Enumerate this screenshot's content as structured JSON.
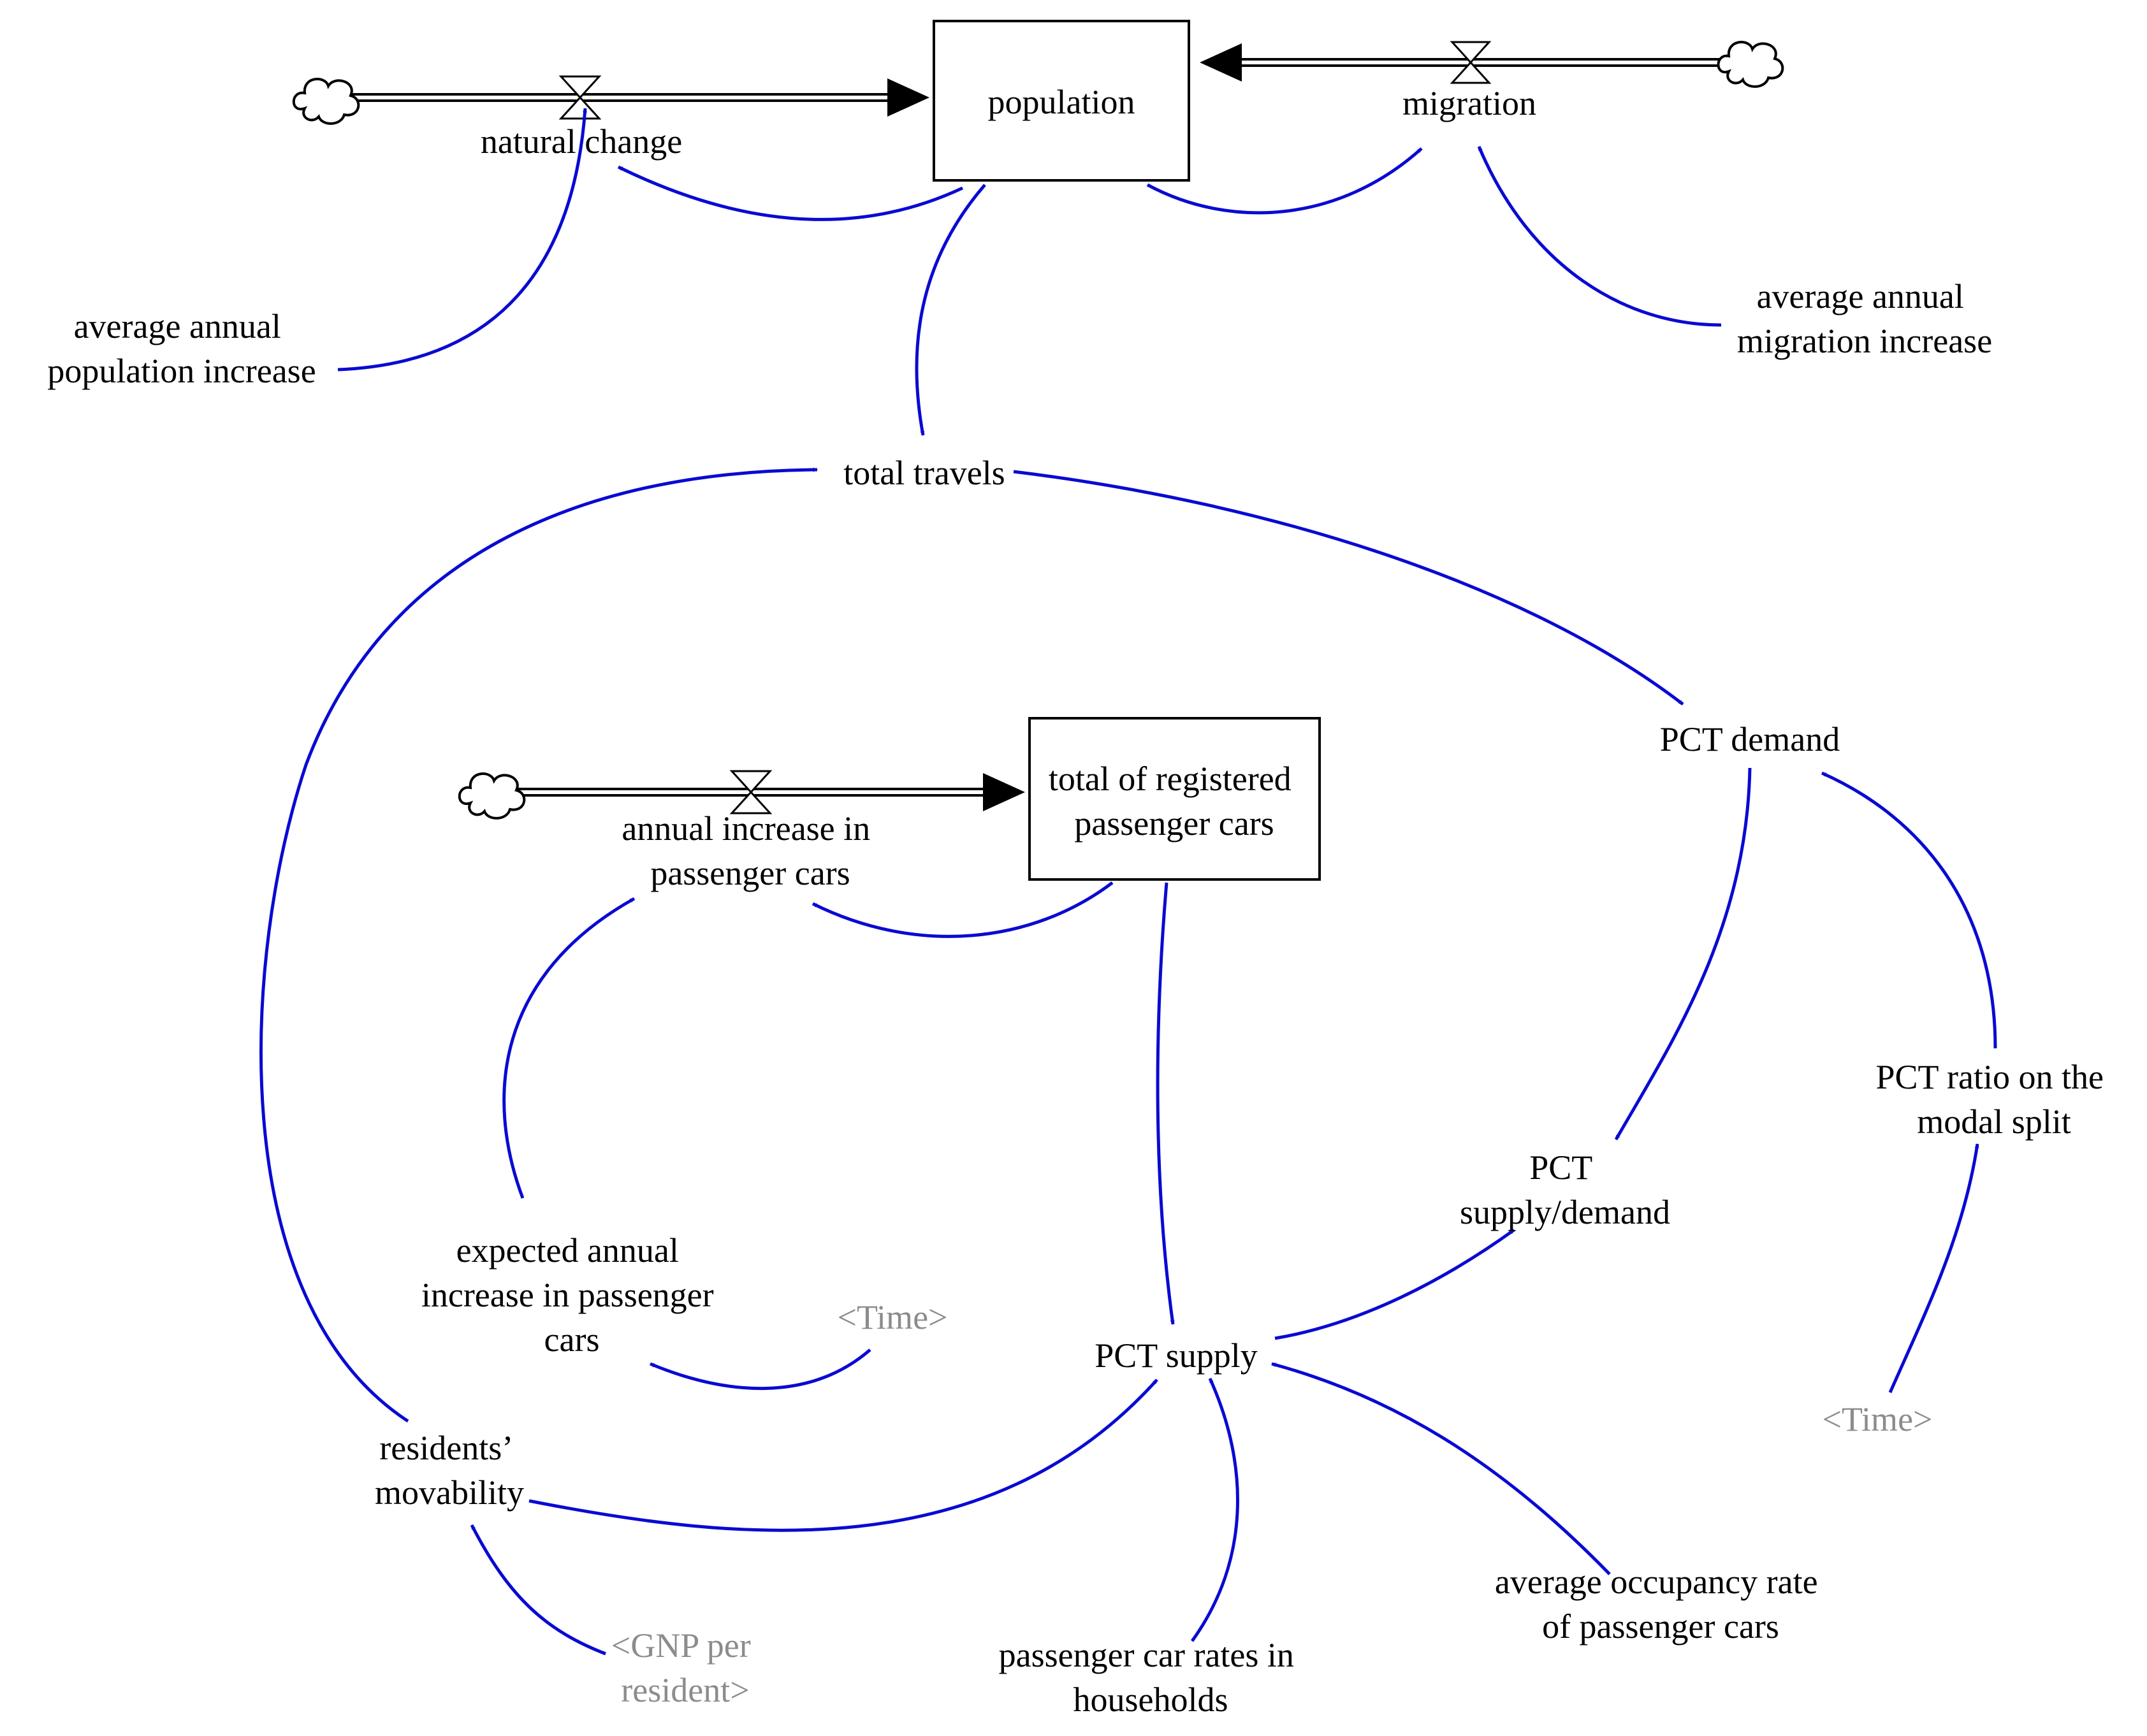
{
  "stocks": {
    "population": "population",
    "registered_cars": [
      "total of registered",
      "passenger cars"
    ]
  },
  "flows": {
    "natural_change": "natural change",
    "migration": "migration",
    "annual_increase": [
      "annual increase in",
      "passenger cars"
    ]
  },
  "variables": {
    "avg_pop_increase": [
      "average annual",
      "population increase"
    ],
    "avg_migration_increase": [
      "average annual",
      "migration increase"
    ],
    "total_travels": "total travels",
    "pct_demand": "PCT demand",
    "pct_ratio": [
      "PCT ratio on the",
      "modal split"
    ],
    "pct_supply_demand": [
      "PCT",
      "supply/demand"
    ],
    "expected_increase": [
      "expected annual",
      "increase in passenger",
      "cars"
    ],
    "pct_supply": "PCT supply",
    "residents_movability": [
      "residents’",
      "movability"
    ],
    "car_rates": [
      "passenger car rates in",
      "households"
    ],
    "occupancy": [
      "average occupancy rate",
      "of passenger cars"
    ]
  },
  "shadow_variables": {
    "time_1": "<Time>",
    "time_2": "<Time>",
    "gnp": [
      "<GNP per",
      "resident>"
    ]
  },
  "colors": {
    "link": "#0a0ad2",
    "shadow_text": "#8c8c8c",
    "stock_border": "#000000"
  }
}
